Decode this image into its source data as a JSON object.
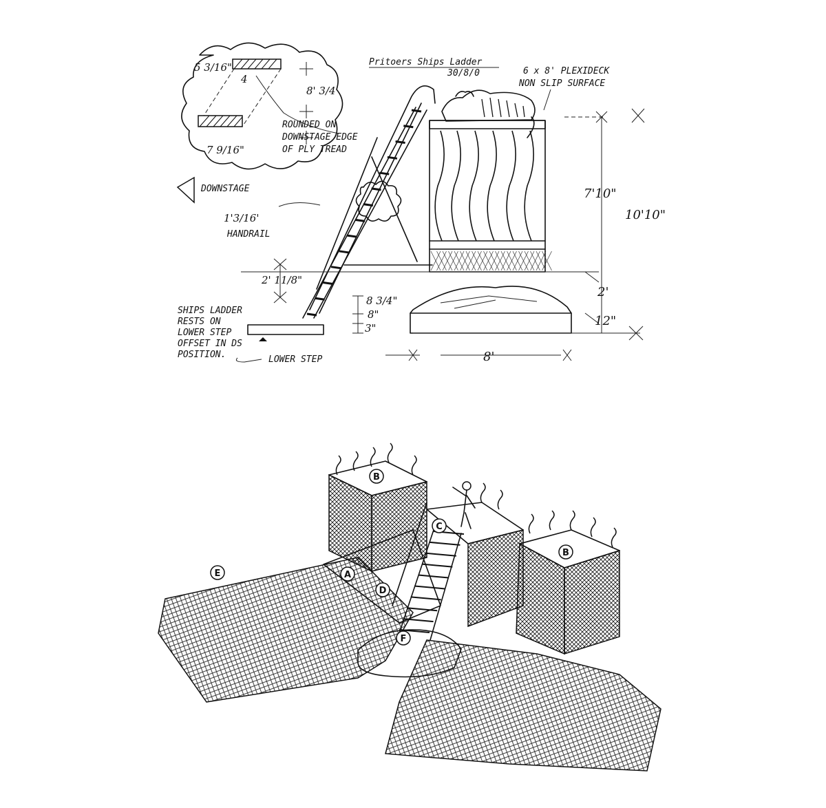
{
  "elevation": {
    "title": "Pritoers Ships Ladder",
    "date": "30/8/0",
    "note_deck": [
      "6 x 8' PLEXIDECK",
      "NON SLIP SURFACE"
    ],
    "note_rounded": [
      "ROUNDED ON",
      "DOWNSTAGE EDGE",
      "OF PLY TREAD"
    ],
    "note_downstage": "DOWNSTAGE",
    "note_handrail": [
      "1'3/16'",
      "HANDRAIL"
    ],
    "note_ladder": [
      "SHIPS LADDER",
      "RESTS ON",
      "LOWER STEP",
      "OFFSET IN DS",
      "POSITION."
    ],
    "note_lower_step": "LOWER STEP",
    "detail_num": "4",
    "dims": {
      "tread_top": "5 3/16\"",
      "rise": "8' 3/4",
      "tread_bottom": "7 9/16\"",
      "deck_h": "7'10\"",
      "total_h": "10'10\"",
      "plat_h": "2'",
      "base_h": "12\"",
      "rail_off": "2' 11/8\"",
      "step1": "8 3/4\"",
      "step2": "8\"",
      "step3": "3\"",
      "width": "8'"
    }
  },
  "iso": {
    "labels": [
      "B",
      "C",
      "B",
      "E",
      "A",
      "D",
      "F"
    ]
  }
}
